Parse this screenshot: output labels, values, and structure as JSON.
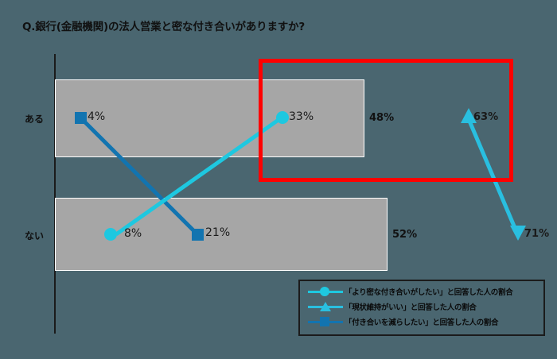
{
  "chart_data": {
    "type": "bar",
    "title": "Q.銀行(金融機関)の法人営業と密な付き合いがありますか?",
    "xlabel": "",
    "ylabel": "",
    "categories": [
      "ある",
      "ない"
    ],
    "bar_series": {
      "name": "回答割合",
      "values": [
        48,
        52
      ],
      "labels": [
        "48%",
        "52%"
      ],
      "color": "#a6a6a6"
    },
    "series": [
      {
        "name": "「より密な付き合いがしたい」と回答した人の割合",
        "marker": "circle",
        "color": "#1ec8e0",
        "values": [
          33,
          8
        ],
        "labels": [
          "33%",
          "8%"
        ]
      },
      {
        "name": "「現状維持がいい」と回答した人の割合",
        "marker": "triangle",
        "color": "#1ec8e0",
        "values": [
          63,
          71
        ],
        "labels": [
          "63%",
          "71%"
        ]
      },
      {
        "name": "「付き合いを減らしたい」と回答した人の割合",
        "marker": "square",
        "color": "#1274b0",
        "values": [
          4,
          21
        ],
        "labels": [
          "4%",
          "21%"
        ]
      }
    ],
    "annotations": [
      {
        "type": "highlight-rect",
        "color": "#ff0000",
        "note": "赤枠強調"
      }
    ],
    "legend_position": "bottom-right",
    "grid": false
  },
  "colors": {
    "background": "#4a6670",
    "bar": "#a6a6a6",
    "accent_cyan": "#1ec8e0",
    "accent_blue": "#1274b0",
    "highlight": "#ff0000",
    "axis": "#1b1b1b",
    "text": "#111111"
  }
}
